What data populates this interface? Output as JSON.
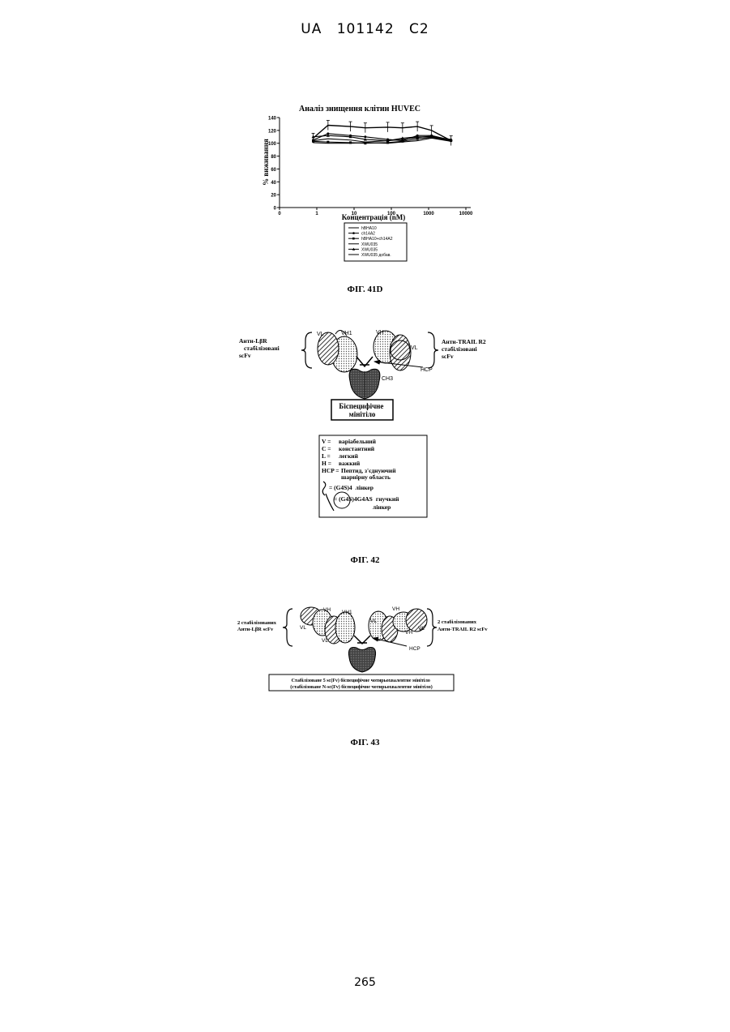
{
  "header": {
    "country": "UA",
    "number": "101142",
    "kind": "C2"
  },
  "page_number": "265",
  "fig41d": {
    "caption": "ФІГ. 41D",
    "chart_data": {
      "type": "line",
      "title": "Аналіз знищення клітин HUVEC",
      "xlabel": "Концентрація (nM)",
      "ylabel": "% виживання",
      "xscale": "log",
      "xlim": [
        0,
        10000
      ],
      "ylim": [
        0,
        140
      ],
      "x_ticks": [
        "0",
        "1",
        "10",
        "100",
        "1000",
        "10000"
      ],
      "y_ticks": [
        "0",
        "20",
        "40",
        "60",
        "80",
        "100",
        "120",
        "140"
      ],
      "x": [
        0.8,
        2,
        8,
        20,
        80,
        200,
        500,
        1200,
        4000
      ],
      "series": [
        {
          "name": "hBHA10",
          "values": [
            108,
            128,
            126,
            124,
            125,
            124,
            126,
            120,
            104
          ]
        },
        {
          "name": "ch14A2",
          "values": [
            105,
            115,
            112,
            110,
            106,
            104,
            112,
            112,
            105
          ]
        },
        {
          "name": "hBHA10+ch14A2",
          "values": [
            103,
            102,
            101,
            100,
            101,
            103,
            107,
            109,
            104
          ]
        },
        {
          "name": "XWU035",
          "values": [
            101,
            100,
            100,
            101,
            100,
            102,
            104,
            108,
            103
          ]
        },
        {
          "name": "XWU035",
          "values": [
            110,
            112,
            110,
            106,
            104,
            108,
            110,
            110,
            106
          ]
        },
        {
          "name": "XWU035 добав.",
          "values": [
            104,
            107,
            105,
            102,
            104,
            106,
            109,
            111,
            103
          ]
        }
      ],
      "grid": false,
      "legend": "bottom"
    }
  },
  "fig42": {
    "caption": "ФІГ. 42",
    "left_label": [
      "Анти-LβR",
      "стабілізовані",
      "scFv"
    ],
    "right_label": [
      "Анти-TRAIL R2",
      "стабілізовані",
      "scFv"
    ],
    "domain_labels": {
      "vl_left": "VL",
      "vh1": "VH1",
      "vh": "VH",
      "vl_right": "VL",
      "ch3": "CH3",
      "hcp": "HCP"
    },
    "box_label": [
      "Біспецифічне",
      "мінітіло"
    ],
    "key": [
      {
        "sym": "V =",
        "text": "варіабельний"
      },
      {
        "sym": "C =",
        "text": "константний"
      },
      {
        "sym": "L =",
        "text": "легкий"
      },
      {
        "sym": "H =",
        "text": "важкий"
      },
      {
        "sym": "HCP =",
        "text": "Пептид, з'єднуючий",
        "text2": "шарнірну область"
      },
      {
        "sym": "= (G4S)4",
        "text": "лінкер"
      },
      {
        "sym": "= (G4S)4G4AS",
        "text": "гнучкий",
        "text2": "лінкер"
      }
    ]
  },
  "fig43": {
    "caption": "ФІГ. 43",
    "left_label": [
      "2 стабілізованих",
      "Анти-LβR scFv"
    ],
    "right_label": [
      "2 стабілізованих",
      "Анти-TRAIL R2 scFv"
    ],
    "domain_labels": {
      "vh_a": "VH",
      "vh1": "VH1",
      "vl_a": "VL",
      "vl_b": "VL",
      "vl_c": "VL",
      "vh_b": "VH",
      "vh_c": "VH",
      "vl_d": "VL",
      "hcp": "HCP"
    },
    "box_lines": [
      "Стабілізоване 5 sc(Fv) біспецифічне чотирьохвалентне мінітіло",
      "(стабілізоване N-sc(Fv) біспецифічне чотирьохвалентне мінітіло)"
    ]
  }
}
